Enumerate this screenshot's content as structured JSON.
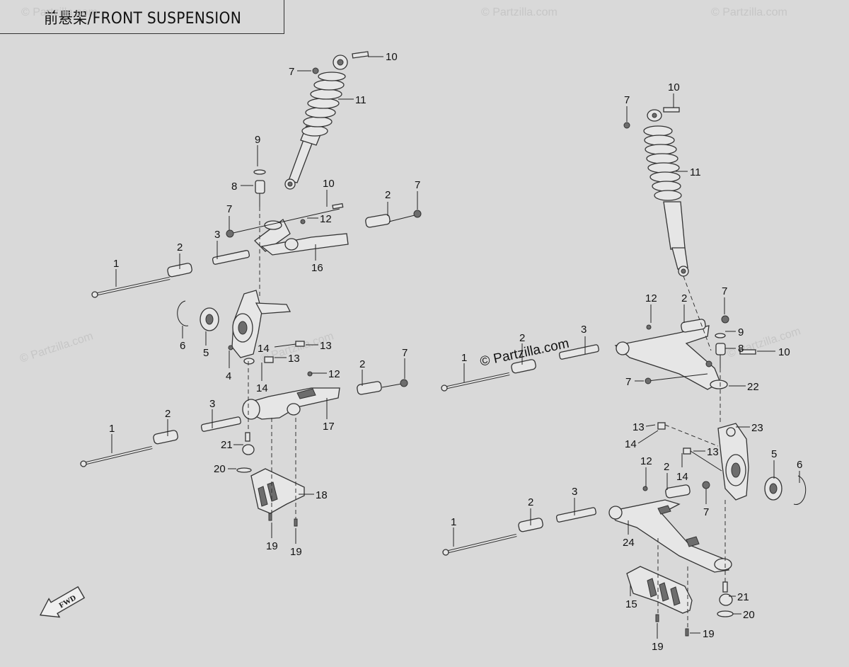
{
  "title": "前悬架/FRONT SUSPENSION",
  "watermark_main": "© Partzilla.com",
  "watermark_faint": "© Partzilla.com",
  "fwd_label": "FWD",
  "callouts": [
    {
      "id": "l-10a",
      "text": "10"
    },
    {
      "id": "l-7a",
      "text": "7"
    },
    {
      "id": "l-11a",
      "text": "11"
    },
    {
      "id": "l-9a",
      "text": "9"
    },
    {
      "id": "l-8a",
      "text": "8"
    },
    {
      "id": "l-10b",
      "text": "10"
    },
    {
      "id": "l-2a",
      "text": "2"
    },
    {
      "id": "l-7b",
      "text": "7"
    },
    {
      "id": "l-7c",
      "text": "7"
    },
    {
      "id": "l-12a",
      "text": "12"
    },
    {
      "id": "l-3a",
      "text": "3"
    },
    {
      "id": "l-2b",
      "text": "2"
    },
    {
      "id": "l-1a",
      "text": "1"
    },
    {
      "id": "l-16",
      "text": "16"
    },
    {
      "id": "l-6a",
      "text": "6"
    },
    {
      "id": "l-5a",
      "text": "5"
    },
    {
      "id": "l-14a",
      "text": "14"
    },
    {
      "id": "l-13a",
      "text": "13"
    },
    {
      "id": "l-13b",
      "text": "13"
    },
    {
      "id": "l-4",
      "text": "4"
    },
    {
      "id": "l-14b",
      "text": "14"
    },
    {
      "id": "l-12b",
      "text": "12"
    },
    {
      "id": "l-2c",
      "text": "2"
    },
    {
      "id": "l-7d",
      "text": "7"
    },
    {
      "id": "l-3b",
      "text": "3"
    },
    {
      "id": "l-2d",
      "text": "2"
    },
    {
      "id": "l-1b",
      "text": "1"
    },
    {
      "id": "l-17",
      "text": "17"
    },
    {
      "id": "l-21a",
      "text": "21"
    },
    {
      "id": "l-20a",
      "text": "20"
    },
    {
      "id": "l-18",
      "text": "18"
    },
    {
      "id": "l-19a",
      "text": "19"
    },
    {
      "id": "l-19b",
      "text": "19"
    },
    {
      "id": "l-7e",
      "text": "7"
    },
    {
      "id": "l-10c",
      "text": "10"
    },
    {
      "id": "l-11b",
      "text": "11"
    },
    {
      "id": "l-12c",
      "text": "12"
    },
    {
      "id": "l-2e",
      "text": "2"
    },
    {
      "id": "l-7f",
      "text": "7"
    },
    {
      "id": "l-9b",
      "text": "9"
    },
    {
      "id": "l-2f",
      "text": "2"
    },
    {
      "id": "l-3c",
      "text": "3"
    },
    {
      "id": "l-8b",
      "text": "8"
    },
    {
      "id": "l-10d",
      "text": "10"
    },
    {
      "id": "l-1c",
      "text": "1"
    },
    {
      "id": "l-7g",
      "text": "7"
    },
    {
      "id": "l-22",
      "text": "22"
    },
    {
      "id": "l-13c",
      "text": "13"
    },
    {
      "id": "l-23",
      "text": "23"
    },
    {
      "id": "l-14c",
      "text": "14"
    },
    {
      "id": "l-13d",
      "text": "13"
    },
    {
      "id": "l-12d",
      "text": "12"
    },
    {
      "id": "l-2g",
      "text": "2"
    },
    {
      "id": "l-14d",
      "text": "14"
    },
    {
      "id": "l-5b",
      "text": "5"
    },
    {
      "id": "l-6b",
      "text": "6"
    },
    {
      "id": "l-2h",
      "text": "2"
    },
    {
      "id": "l-3d",
      "text": "3"
    },
    {
      "id": "l-7h",
      "text": "7"
    },
    {
      "id": "l-1d",
      "text": "1"
    },
    {
      "id": "l-24",
      "text": "24"
    },
    {
      "id": "l-21b",
      "text": "21"
    },
    {
      "id": "l-15",
      "text": "15"
    },
    {
      "id": "l-20b",
      "text": "20"
    },
    {
      "id": "l-19c",
      "text": "19"
    },
    {
      "id": "l-19d",
      "text": "19"
    }
  ]
}
